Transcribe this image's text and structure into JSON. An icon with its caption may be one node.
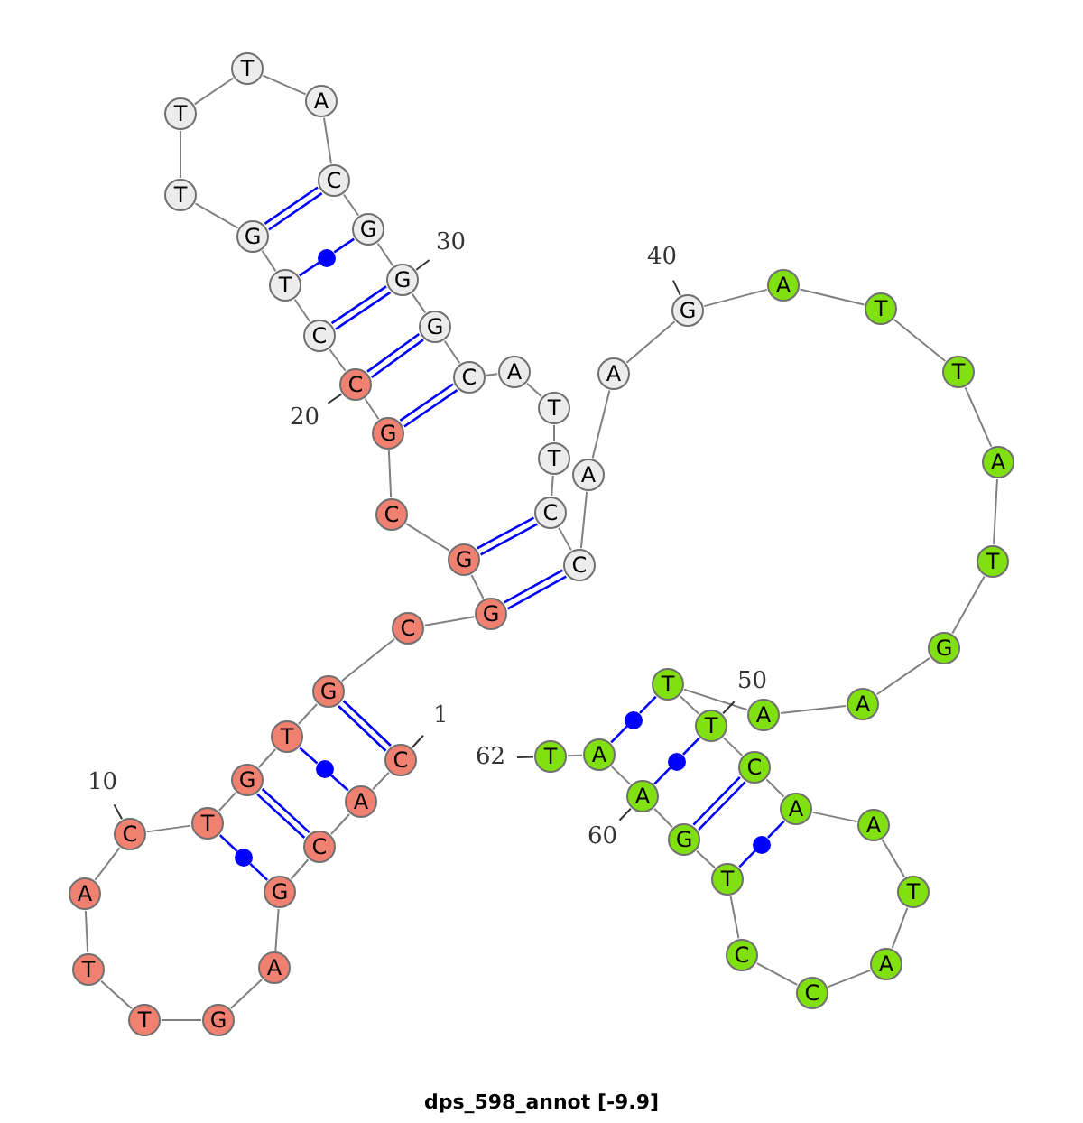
{
  "diagram": {
    "title": "dps_598_annot [-9.9]",
    "nodes": [
      {
        "text": [
          "C"
        ]
      },
      {
        "text": [
          "A"
        ]
      },
      {
        "text": [
          "C"
        ]
      },
      {
        "text": [
          "G"
        ]
      },
      {
        "text": [
          "A"
        ]
      },
      {
        "text": [
          "G"
        ]
      },
      {
        "text": [
          "T"
        ]
      },
      {
        "text": [
          "T"
        ]
      },
      {
        "text": [
          "A"
        ]
      },
      {
        "text": [
          "C"
        ]
      },
      {
        "text": [
          "T"
        ]
      },
      {
        "text": [
          "G"
        ]
      },
      {
        "text": [
          "T"
        ]
      },
      {
        "text": [
          "G"
        ]
      },
      {
        "text": [
          "C"
        ]
      },
      {
        "text": [
          "G"
        ]
      },
      {
        "text": [
          "G"
        ]
      },
      {
        "text": [
          "C"
        ]
      },
      {
        "text": [
          "G"
        ]
      },
      {
        "text": [
          "C"
        ]
      },
      {
        "text": [
          "C"
        ]
      },
      {
        "text": [
          "T"
        ]
      },
      {
        "text": [
          "G"
        ]
      },
      {
        "text": [
          "T"
        ]
      },
      {
        "text": [
          "T"
        ]
      },
      {
        "text": [
          "T"
        ]
      },
      {
        "text": [
          "A"
        ]
      },
      {
        "text": [
          "C"
        ]
      },
      {
        "text": [
          "G"
        ]
      },
      {
        "text": [
          "G"
        ]
      },
      {
        "text": [
          "G"
        ]
      },
      {
        "text": [
          "C"
        ]
      },
      {
        "text": [
          "A"
        ]
      },
      {
        "text": [
          "T"
        ]
      },
      {
        "text": [
          "T"
        ]
      },
      {
        "text": [
          "C"
        ]
      },
      {
        "text": [
          "C"
        ]
      },
      {
        "text": [
          "A"
        ]
      },
      {
        "text": [
          "A"
        ]
      },
      {
        "text": [
          "G"
        ]
      },
      {
        "text": [
          "A"
        ]
      },
      {
        "text": [
          "T"
        ]
      },
      {
        "text": [
          "T"
        ]
      },
      {
        "text": [
          "A"
        ]
      },
      {
        "text": [
          "T"
        ]
      },
      {
        "text": [
          "G"
        ]
      },
      {
        "text": [
          "A"
        ]
      },
      {
        "text": [
          "A"
        ]
      },
      {
        "text": [
          "T"
        ]
      },
      {
        "text": [
          "T"
        ]
      },
      {
        "text": [
          "C"
        ]
      },
      {
        "text": [
          "A"
        ]
      },
      {
        "text": [
          "A"
        ]
      },
      {
        "text": [
          "T"
        ]
      },
      {
        "text": [
          "A"
        ]
      },
      {
        "text": [
          "C"
        ]
      },
      {
        "text": [
          "C"
        ]
      },
      {
        "text": [
          "T"
        ]
      },
      {
        "text": [
          "G"
        ]
      },
      {
        "text": [
          "A"
        ]
      },
      {
        "text": [
          "A"
        ]
      },
      {
        "text": [
          "T"
        ]
      },
      {
        "text": [
          "1"
        ]
      },
      {
        "text": [
          "10"
        ]
      },
      {
        "text": [
          "20"
        ]
      },
      {
        "text": [
          "30"
        ]
      },
      {
        "text": [
          "40"
        ]
      },
      {
        "text": [
          "50"
        ]
      },
      {
        "text": [
          "60"
        ]
      },
      {
        "text": [
          "62"
        ]
      },
      {
        "text": [],
        "shape": "circle"
      },
      {
        "text": [],
        "shape": "circle"
      },
      {
        "text": [],
        "shape": "circle"
      },
      {
        "text": [],
        "shape": "circle"
      },
      {
        "text": [],
        "shape": "circle"
      },
      {
        "text": [],
        "shape": "circle"
      }
    ],
    "edges": [
      {
        "from": 0,
        "to": 1,
        "arrow": "none"
      },
      {
        "from": 1,
        "to": 2,
        "arrow": "none"
      },
      {
        "from": 2,
        "to": 3,
        "arrow": "none"
      },
      {
        "from": 3,
        "to": 4,
        "arrow": "none"
      },
      {
        "from": 4,
        "to": 5,
        "arrow": "none"
      },
      {
        "from": 5,
        "to": 6,
        "arrow": "none"
      },
      {
        "from": 6,
        "to": 7,
        "arrow": "none"
      },
      {
        "from": 7,
        "to": 8,
        "arrow": "none"
      },
      {
        "from": 8,
        "to": 9,
        "arrow": "none"
      },
      {
        "from": 9,
        "to": 10,
        "arrow": "none"
      },
      {
        "from": 10,
        "to": 11,
        "arrow": "none"
      },
      {
        "from": 11,
        "to": 12,
        "arrow": "none"
      },
      {
        "from": 12,
        "to": 13,
        "arrow": "none"
      },
      {
        "from": 13,
        "to": 14,
        "arrow": "none"
      },
      {
        "from": 14,
        "to": 15,
        "arrow": "none"
      },
      {
        "from": 15,
        "to": 16,
        "arrow": "none"
      },
      {
        "from": 16,
        "to": 17,
        "arrow": "none"
      },
      {
        "from": 17,
        "to": 18,
        "arrow": "none"
      },
      {
        "from": 18,
        "to": 19,
        "arrow": "none"
      },
      {
        "from": 19,
        "to": 20,
        "arrow": "none"
      },
      {
        "from": 20,
        "to": 21,
        "arrow": "none"
      },
      {
        "from": 21,
        "to": 22,
        "arrow": "none"
      },
      {
        "from": 22,
        "to": 23,
        "arrow": "none"
      },
      {
        "from": 23,
        "to": 24,
        "arrow": "none"
      },
      {
        "from": 24,
        "to": 25,
        "arrow": "none"
      },
      {
        "from": 25,
        "to": 26,
        "arrow": "none"
      },
      {
        "from": 26,
        "to": 27,
        "arrow": "none"
      },
      {
        "from": 27,
        "to": 28,
        "arrow": "none"
      },
      {
        "from": 28,
        "to": 29,
        "arrow": "none"
      },
      {
        "from": 29,
        "to": 30,
        "arrow": "none"
      },
      {
        "from": 30,
        "to": 31,
        "arrow": "none"
      },
      {
        "from": 31,
        "to": 32,
        "arrow": "none"
      },
      {
        "from": 32,
        "to": 33,
        "arrow": "none"
      },
      {
        "from": 33,
        "to": 34,
        "arrow": "none"
      },
      {
        "from": 34,
        "to": 35,
        "arrow": "none"
      },
      {
        "from": 35,
        "to": 36,
        "arrow": "none"
      },
      {
        "from": 36,
        "to": 37,
        "arrow": "none"
      },
      {
        "from": 37,
        "to": 38,
        "arrow": "none"
      },
      {
        "from": 38,
        "to": 39,
        "arrow": "none"
      },
      {
        "from": 39,
        "to": 40,
        "arrow": "none"
      },
      {
        "from": 40,
        "to": 41,
        "arrow": "none"
      },
      {
        "from": 41,
        "to": 42,
        "arrow": "none"
      },
      {
        "from": 42,
        "to": 43,
        "arrow": "none"
      },
      {
        "from": 43,
        "to": 44,
        "arrow": "none"
      },
      {
        "from": 44,
        "to": 45,
        "arrow": "none"
      },
      {
        "from": 45,
        "to": 46,
        "arrow": "none"
      },
      {
        "from": 46,
        "to": 47,
        "arrow": "none"
      },
      {
        "from": 47,
        "to": 48,
        "arrow": "none"
      },
      {
        "from": 48,
        "to": 49,
        "arrow": "none"
      },
      {
        "from": 49,
        "to": 50,
        "arrow": "none"
      },
      {
        "from": 50,
        "to": 51,
        "arrow": "none"
      },
      {
        "from": 51,
        "to": 52,
        "arrow": "none"
      },
      {
        "from": 52,
        "to": 53,
        "arrow": "none"
      },
      {
        "from": 53,
        "to": 54,
        "arrow": "none"
      },
      {
        "from": 54,
        "to": 55,
        "arrow": "none"
      },
      {
        "from": 55,
        "to": 56,
        "arrow": "none"
      },
      {
        "from": 56,
        "to": 57,
        "arrow": "none"
      },
      {
        "from": 57,
        "to": 58,
        "arrow": "none"
      },
      {
        "from": 58,
        "to": 59,
        "arrow": "none"
      },
      {
        "from": 59,
        "to": 60,
        "arrow": "none"
      },
      {
        "from": 60,
        "to": 61,
        "arrow": "none"
      },
      {
        "from": 0,
        "to": 13,
        "arrow": "none",
        "color": "#0000ff"
      },
      {
        "from": 1,
        "to": 70,
        "arrow": "none",
        "color": "#0000ff"
      },
      {
        "from": 70,
        "to": 12,
        "arrow": "none",
        "color": "#0000ff"
      },
      {
        "from": 2,
        "to": 11,
        "arrow": "none",
        "color": "#0000ff"
      },
      {
        "from": 3,
        "to": 71,
        "arrow": "none",
        "color": "#0000ff"
      },
      {
        "from": 71,
        "to": 10,
        "arrow": "none",
        "color": "#0000ff"
      },
      {
        "from": 15,
        "to": 36,
        "arrow": "none",
        "color": "#0000ff"
      },
      {
        "from": 16,
        "to": 35,
        "arrow": "none",
        "color": "#0000ff"
      },
      {
        "from": 18,
        "to": 31,
        "arrow": "none",
        "color": "#0000ff"
      },
      {
        "from": 19,
        "to": 30,
        "arrow": "none",
        "color": "#0000ff"
      },
      {
        "from": 20,
        "to": 29,
        "arrow": "none",
        "color": "#0000ff"
      },
      {
        "from": 21,
        "to": 72,
        "arrow": "none",
        "color": "#0000ff"
      },
      {
        "from": 72,
        "to": 28,
        "arrow": "none",
        "color": "#0000ff"
      },
      {
        "from": 22,
        "to": 27,
        "arrow": "none",
        "color": "#0000ff"
      },
      {
        "from": 48,
        "to": 73,
        "arrow": "none",
        "color": "#0000ff"
      },
      {
        "from": 73,
        "to": 60,
        "arrow": "none",
        "color": "#0000ff"
      },
      {
        "from": 49,
        "to": 74,
        "arrow": "none",
        "color": "#0000ff"
      },
      {
        "from": 74,
        "to": 59,
        "arrow": "none",
        "color": "#0000ff"
      },
      {
        "from": 50,
        "to": 58,
        "arrow": "none",
        "color": "#0000ff"
      },
      {
        "from": 51,
        "to": 75,
        "arrow": "none",
        "color": "#0000ff"
      },
      {
        "from": 75,
        "to": 57,
        "arrow": "none",
        "color": "#0000ff"
      },
      {
        "from": 62,
        "to": 0,
        "arrow": "none",
        "color": "#333333"
      },
      {
        "from": 63,
        "to": 9,
        "arrow": "none",
        "color": "#333333"
      },
      {
        "from": 64,
        "to": 19,
        "arrow": "none",
        "color": "#333333"
      },
      {
        "from": 65,
        "to": 29,
        "arrow": "none",
        "color": "#333333"
      },
      {
        "from": 66,
        "to": 39,
        "arrow": "none",
        "color": "#333333"
      },
      {
        "from": 67,
        "to": 49,
        "arrow": "none",
        "color": "#333333"
      },
      {
        "from": 68,
        "to": 59,
        "arrow": "none",
        "color": "#333333"
      },
      {
        "from": 69,
        "to": 61,
        "arrow": "none",
        "color": "#333333"
      }
    ]
  }
}
